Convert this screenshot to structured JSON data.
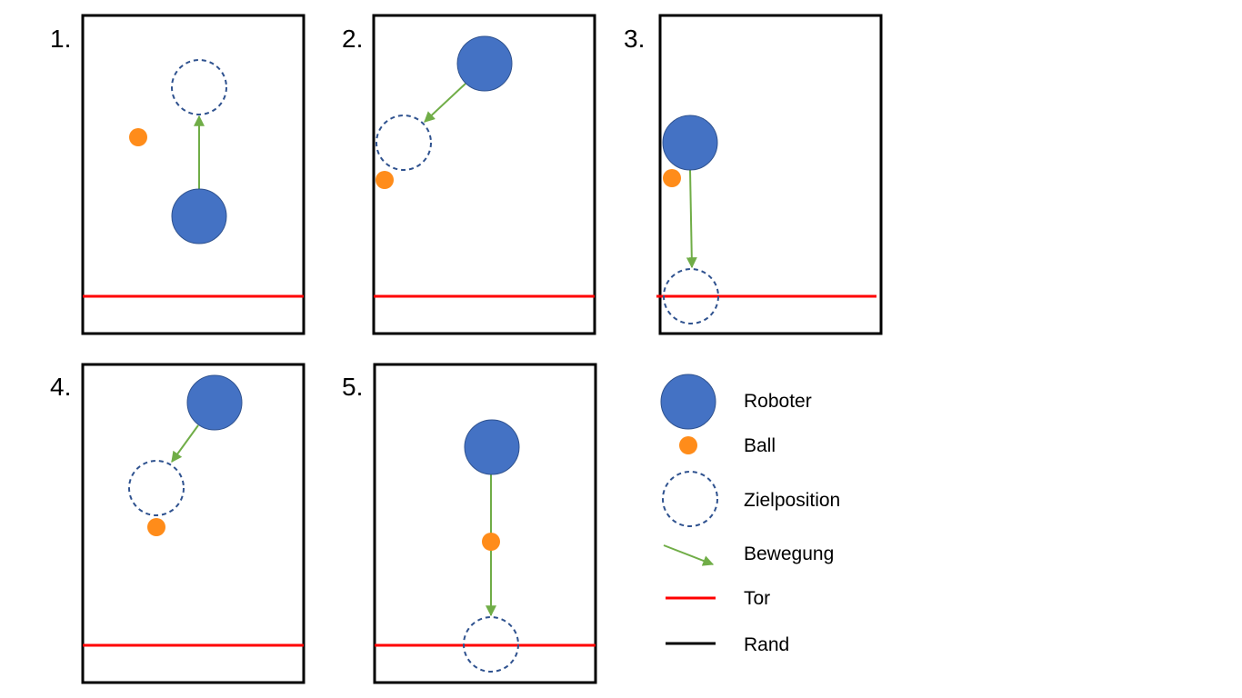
{
  "panels": [
    {
      "number": "1."
    },
    {
      "number": "2."
    },
    {
      "number": "3."
    },
    {
      "number": "4."
    },
    {
      "number": "5."
    }
  ],
  "legend": {
    "robot": "Roboter",
    "ball": "Ball",
    "target": "Zielposition",
    "movement": "Bewegung",
    "goal": "Tor",
    "border": "Rand"
  },
  "colors": {
    "robot_fill": "#4472c4",
    "robot_stroke": "#2f528f",
    "ball": "#ff8c1a",
    "target_stroke": "#2f528f",
    "movement": "#70ad47",
    "goal": "#ff0000",
    "border": "#000000"
  }
}
